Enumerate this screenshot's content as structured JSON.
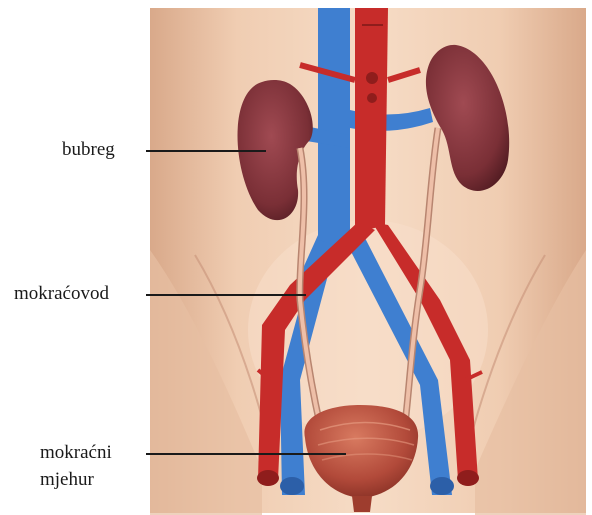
{
  "labels": {
    "kidney": "bubreg",
    "ureter": "mokraćovod",
    "bladder_line1": "mokraćni",
    "bladder_line2": "mjehur"
  },
  "colors": {
    "background": "#ffffff",
    "skin": "#f2d2b8",
    "skin_shadow": "#d9a98a",
    "kidney": "#7a2f36",
    "artery": "#c72c2a",
    "vein": "#3f7fd0",
    "ureter": "#e9b7a0",
    "bladder": "#b24a3a"
  }
}
